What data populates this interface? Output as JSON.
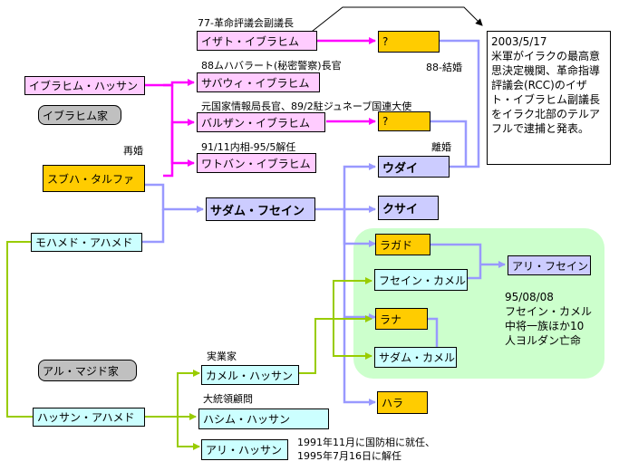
{
  "nodes": {
    "izzat": "イザト・イブラヒム",
    "question1": "?",
    "ibrahim_hassan": "イブラヒム・ハッサン",
    "sabawi": "サバウィ・イブラヒム",
    "barzan": "バルザン・イブラヒム",
    "question2": "?",
    "watban": "ワトバン・イブラヒム",
    "ibrahim_family": "イブラヒム家",
    "subha": "スブハ・タルファ",
    "uday": "ウダイ",
    "saddam": "サダム・フセイン",
    "qusay": "クサイ",
    "mohamed": "モハメド・アハメド",
    "raghad": "ラガド",
    "ali_hussein": "アリ・フセイン",
    "hussein_kamel": "フセイン・カメル",
    "rana": "ラナ",
    "saddam_kamel": "サダム・カメル",
    "al_majid_family": "アル・マジド家",
    "kamel_hassan": "カメル・ハッサン",
    "hassan_ahmed": "ハッサン・アハメド",
    "hashim_hassan": "ハシム・ハッサン",
    "hala": "ハラ",
    "ali_hassan": "アリ・ハッサン"
  },
  "labels": {
    "izzat_role": "77-革命評議会副議長",
    "sabawi_role": "88ムハバラート(秘密警察)長官",
    "marriage_88": "88-結婚",
    "barzan_role": "元国家情報局長官、89/2駐ジュネーブ国連大使",
    "remarriage": "再婚",
    "watban_role": "91/11内相-95/5解任",
    "divorce": "離婚",
    "businessman": "実業家",
    "advisor": "大統領顧問",
    "ali_hassan_note": "1991年11月に国防相に就任、\n1995年7月16日に解任",
    "hk_exile_note": "95/08/08\nフセイン・カメル\n中将一族ほか10\n人ヨルダン亡命",
    "news": "2003/5/17\n米軍がイラクの最高意思決定機関、革命指導評議会(RCC)のイザト・イブラヒム副議長をイラク北部のテルアフルで逮捕と発表。"
  },
  "colors": {
    "magenta_line": "#ff00ff",
    "purple_line": "#9999ff",
    "green_line": "#99cc00",
    "orange_box": "#ffcc00",
    "pink_box": "#ffccff",
    "cyan_box": "#ccffff",
    "lavender_box": "#ccccff",
    "green_area": "#ccffcc"
  }
}
